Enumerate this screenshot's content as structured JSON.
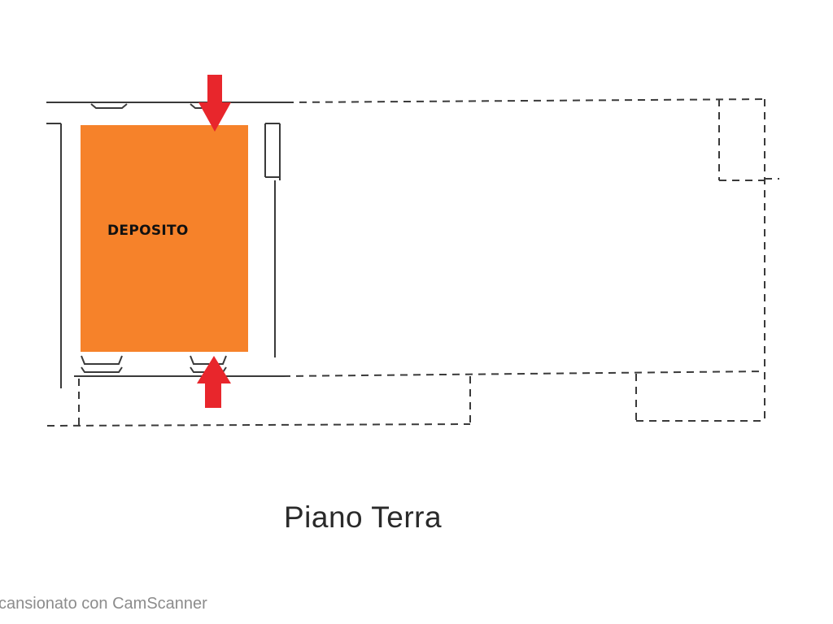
{
  "plan": {
    "room_label": "DEPOSITO",
    "floor_title": "Piano Terra",
    "highlight_color": "#f6822a",
    "arrow_color": "#e8262c",
    "line_color": "#3a3a3a"
  },
  "watermark": {
    "text": "cansionato con CamScanner"
  }
}
